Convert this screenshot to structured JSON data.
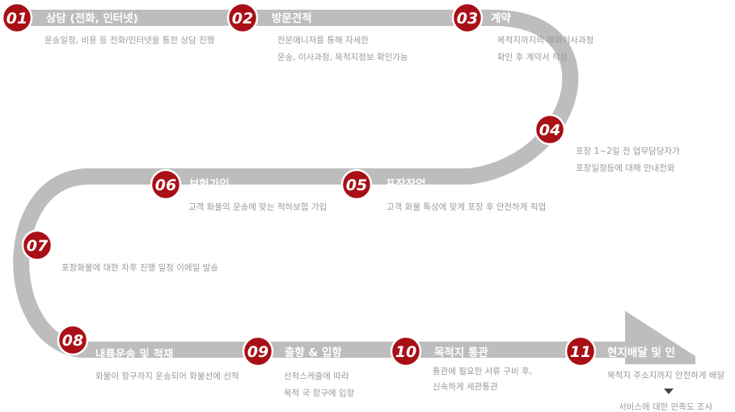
{
  "steps": [
    {
      "num": "01",
      "title": "상담 (전화, 인터넷)",
      "desc": [
        "운송일정, 비용 등 전화/인터넷을 통한 상담 진행"
      ]
    },
    {
      "num": "02",
      "title": "방문견적",
      "desc": [
        "전문매니저를 통해 자세한",
        "운송, 이사과정, 목적지정보 확인가능"
      ]
    },
    {
      "num": "03",
      "title": "계약",
      "desc": [
        "목적지까지의 해외이사과정",
        "확인 후 계약서 작성"
      ]
    },
    {
      "num": "04",
      "title": "",
      "desc": [
        "포장 1~2일 전 업무담당자가",
        "포장일정등에 대해 안내전화"
      ]
    },
    {
      "num": "05",
      "title": "포장작업",
      "desc": [
        "고객 화물 특성에 맞게 포장 후 안전하게 픽업"
      ]
    },
    {
      "num": "06",
      "title": "보험가입",
      "desc": [
        "고객 화물의 운송에 맞는 적하보험 가입"
      ]
    },
    {
      "num": "07",
      "title": "",
      "desc": [
        "포장화물에 대한 차후 진행 일정 이메일 발송"
      ]
    },
    {
      "num": "08",
      "title": "내륙운송 및 적재",
      "desc": [
        "화물이 항구까지 운송되어 화물선에 선적"
      ]
    },
    {
      "num": "09",
      "title": "출항 & 입항",
      "desc": [
        "선적스케쥴에 따라",
        "목적 국 항구에 입항"
      ]
    },
    {
      "num": "10",
      "title": "목적지 통관",
      "desc": [
        "통관에 필요한 서류 구비 후,",
        "신속하게 세관통관"
      ]
    },
    {
      "num": "11",
      "title": "현지배달 및 인",
      "desc": [
        "목적지 주소지까지 안전하게 배달"
      ]
    }
  ],
  "footer": {
    "text": "서비스에 대한 만족도 조사"
  }
}
